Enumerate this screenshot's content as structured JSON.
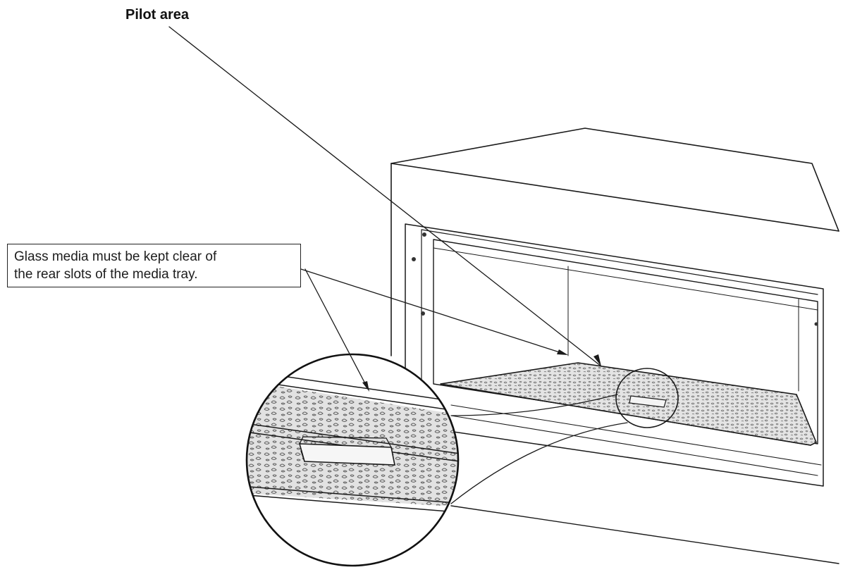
{
  "labels": {
    "pilot_area": "Pilot area",
    "note_line_1": "Glass media must be kept clear of",
    "note_line_2": "the rear slots of the media tray."
  },
  "colors": {
    "ink": "#1a1a1a",
    "media_fill": "#dcdcdc",
    "background": "#ffffff"
  }
}
